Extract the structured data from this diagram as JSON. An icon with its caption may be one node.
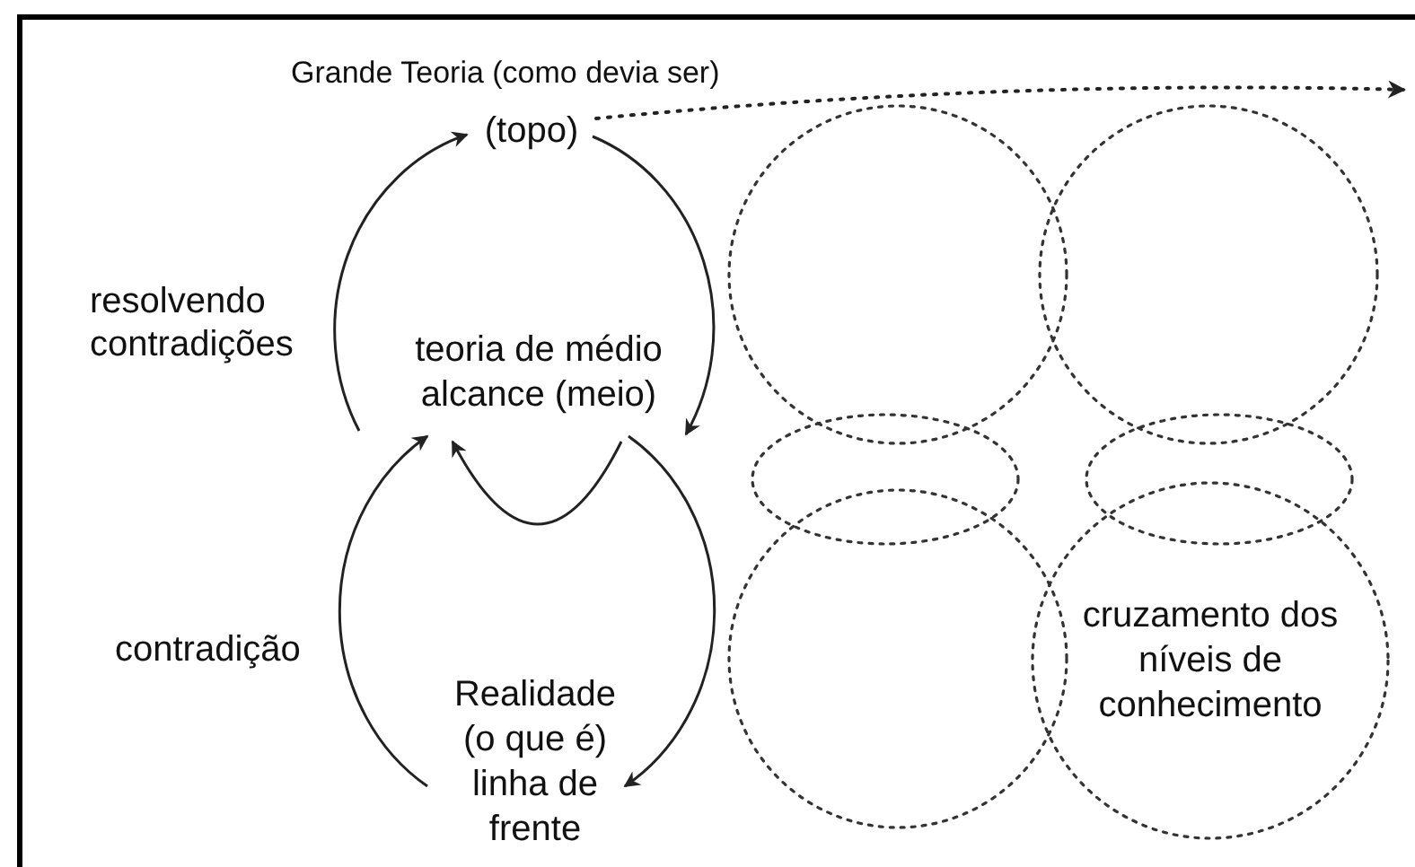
{
  "diagram": {
    "nodes": [
      {
        "text": [
          "(topo)"
        ],
        "beside": [
          "Grande Teoria (como devia ser)"
        ]
      },
      {
        "text": [
          "teoria de médio alcance (meio)"
        ]
      },
      {
        "text": [
          "Realidade (o que é) linha de frente"
        ]
      },
      {
        "text": [],
        "shape": "circle"
      },
      {
        "text": [],
        "shape": "circle"
      },
      {
        "text": [],
        "shape": "ellipse"
      },
      {
        "text": [],
        "shape": "ellipse"
      },
      {
        "text": [],
        "shape": "circle"
      },
      {
        "text": [
          "cruzamento dos níveis de conhecimento"
        ]
      }
    ],
    "edges": [
      {
        "from": 0,
        "to": 1,
        "arrow": "to"
      },
      {
        "from": 1,
        "to": 0,
        "arrow": "to",
        "label": "resolvendo contradições"
      },
      {
        "from": 1,
        "to": 2,
        "arrow": "to"
      },
      {
        "from": 2,
        "to": 1,
        "arrow": "to",
        "label": "contradição"
      },
      {
        "from": 1,
        "to": 1,
        "arrow": "to"
      },
      {
        "from": 0,
        "to": null,
        "arrow": "to",
        "style": "dashed"
      }
    ]
  }
}
